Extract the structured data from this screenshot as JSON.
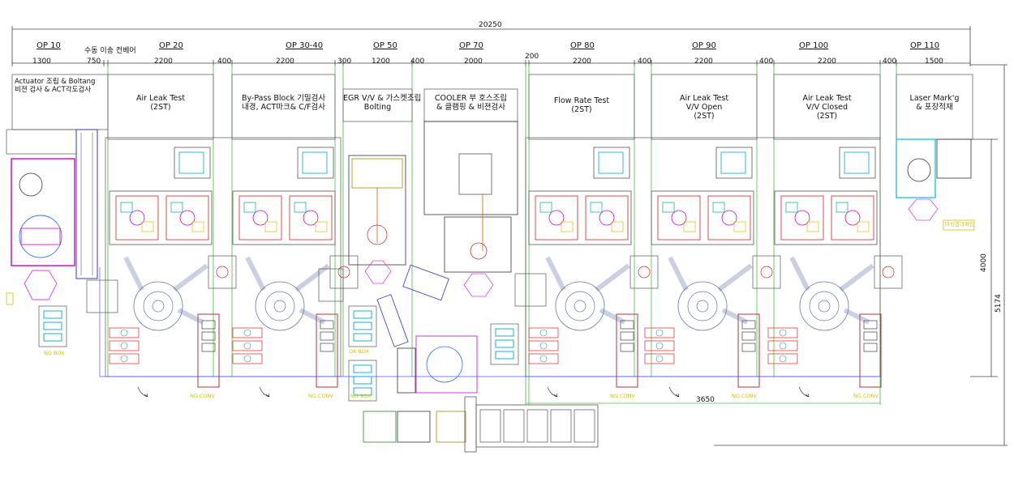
{
  "overall_dimension": "20250",
  "operations": [
    {
      "id": "op10",
      "label": "OP 10",
      "width": "1300",
      "title": "Actuator 조립 & Boltang\n비젼 검사 & ACT각도검사"
    },
    {
      "id": "op20",
      "label": "OP 20",
      "width": "2200",
      "title": "Air Leak Test\n(2ST)"
    },
    {
      "id": "op3040",
      "label": "OP 30-40",
      "width": "2200",
      "title": "By-Pass Block 기밀검사\n내경, ACT마크& C/F검사"
    },
    {
      "id": "op50",
      "label": "OP 50",
      "width": "1200",
      "title": "EGR V/V & 가스켓조립\nBolting"
    },
    {
      "id": "op70",
      "label": "OP 70",
      "width": "2000",
      "title": "COOLER 부 호스조립\n& 클램핑 & 비젼검사"
    },
    {
      "id": "op80",
      "label": "OP 80",
      "width": "2200",
      "title": "Flow Rate Test\n(2ST)"
    },
    {
      "id": "op90",
      "label": "OP 90",
      "width": "2200",
      "title": "Air Leak Test\nV/V Open\n(2ST)"
    },
    {
      "id": "op100",
      "label": "OP 100",
      "width": "2200",
      "title": "Air Leak Test\nV/V Closed\n(2ST)"
    },
    {
      "id": "op110",
      "label": "OP 110",
      "width": "1500",
      "title": "Laser Mark'g\n& 포장적재"
    }
  ],
  "manual_transfer_label": "수동 이송 컨베어",
  "gap_dimensions": [
    "750",
    "400",
    "300",
    "400",
    "400",
    "400",
    "400"
  ],
  "small_dim_200": "200",
  "right_dims": {
    "d4000": "4000",
    "d5174": "5174"
  },
  "bottom_dim": "3650",
  "labels": {
    "ng_box": "NG BOX",
    "ng_conv": "NG CONV",
    "ok_box": "OK BOX",
    "ng_box_b": "NG BOX",
    "marking_label": "마킹결과확인"
  }
}
